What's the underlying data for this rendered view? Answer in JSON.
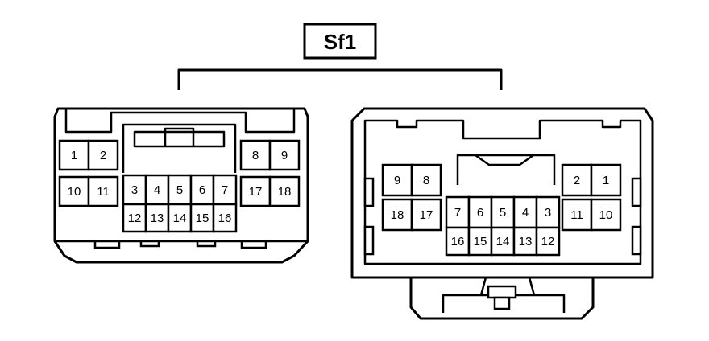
{
  "title": "Sf1",
  "connectors": [
    {
      "id": "left",
      "pins": [
        [
          "1",
          "2"
        ],
        [
          "10",
          "11"
        ],
        [
          "3",
          "4",
          "5",
          "6",
          "7"
        ],
        [
          "12",
          "13",
          "14",
          "15",
          "16"
        ],
        [
          "8",
          "9"
        ],
        [
          "17",
          "18"
        ]
      ]
    },
    {
      "id": "right",
      "pins": [
        [
          "9",
          "8"
        ],
        [
          "18",
          "17"
        ],
        [
          "7",
          "6",
          "5",
          "4",
          "3"
        ],
        [
          "16",
          "15",
          "14",
          "13",
          "12"
        ],
        [
          "2",
          "1"
        ],
        [
          "11",
          "10"
        ]
      ]
    }
  ]
}
